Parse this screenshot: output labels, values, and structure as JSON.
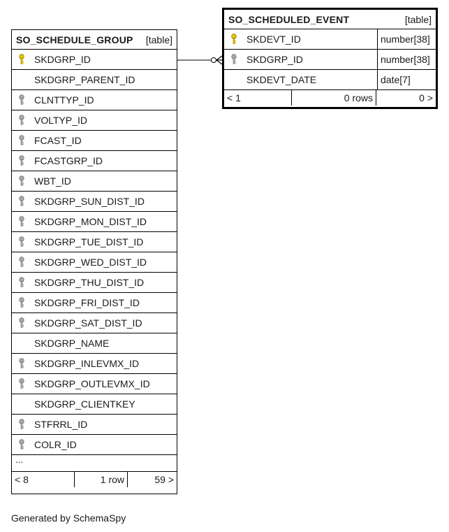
{
  "group_table": {
    "name": "SO_SCHEDULE_GROUP",
    "kind": "[table]",
    "columns": [
      {
        "name": "SKDGRP_ID",
        "key": "primary"
      },
      {
        "name": "SKDGRP_PARENT_ID",
        "key": "none"
      },
      {
        "name": "CLNTTYP_ID",
        "key": "foreign"
      },
      {
        "name": "VOLTYP_ID",
        "key": "foreign"
      },
      {
        "name": "FCAST_ID",
        "key": "foreign"
      },
      {
        "name": "FCASTGRP_ID",
        "key": "foreign"
      },
      {
        "name": "WBT_ID",
        "key": "foreign"
      },
      {
        "name": "SKDGRP_SUN_DIST_ID",
        "key": "foreign"
      },
      {
        "name": "SKDGRP_MON_DIST_ID",
        "key": "foreign"
      },
      {
        "name": "SKDGRP_TUE_DIST_ID",
        "key": "foreign"
      },
      {
        "name": "SKDGRP_WED_DIST_ID",
        "key": "foreign"
      },
      {
        "name": "SKDGRP_THU_DIST_ID",
        "key": "foreign"
      },
      {
        "name": "SKDGRP_FRI_DIST_ID",
        "key": "foreign"
      },
      {
        "name": "SKDGRP_SAT_DIST_ID",
        "key": "foreign"
      },
      {
        "name": "SKDGRP_NAME",
        "key": "none"
      },
      {
        "name": "SKDGRP_INLEVMX_ID",
        "key": "foreign"
      },
      {
        "name": "SKDGRP_OUTLEVMX_ID",
        "key": "foreign"
      },
      {
        "name": "SKDGRP_CLIENTKEY",
        "key": "none"
      },
      {
        "name": "STFRRL_ID",
        "key": "foreign"
      },
      {
        "name": "COLR_ID",
        "key": "foreign"
      }
    ],
    "ellipsis": "...",
    "footer": {
      "parents": "< 8",
      "rows": "1 row",
      "children": "59 >"
    }
  },
  "event_table": {
    "name": "SO_SCHEDULED_EVENT",
    "kind": "[table]",
    "columns": [
      {
        "name": "SKDEVT_ID",
        "type": "number[38]",
        "key": "primary"
      },
      {
        "name": "SKDGRP_ID",
        "type": "number[38]",
        "key": "foreign"
      },
      {
        "name": "SKDEVT_DATE",
        "type": "date[7]",
        "key": "none"
      }
    ],
    "footer": {
      "parents": "< 1",
      "rows": "0 rows",
      "children": "0 >"
    }
  },
  "credit": "Generated by SchemaSpy",
  "colors": {
    "primary_key": "#e8c800",
    "foreign_key": "#a8a8a8",
    "border": "#000000"
  }
}
